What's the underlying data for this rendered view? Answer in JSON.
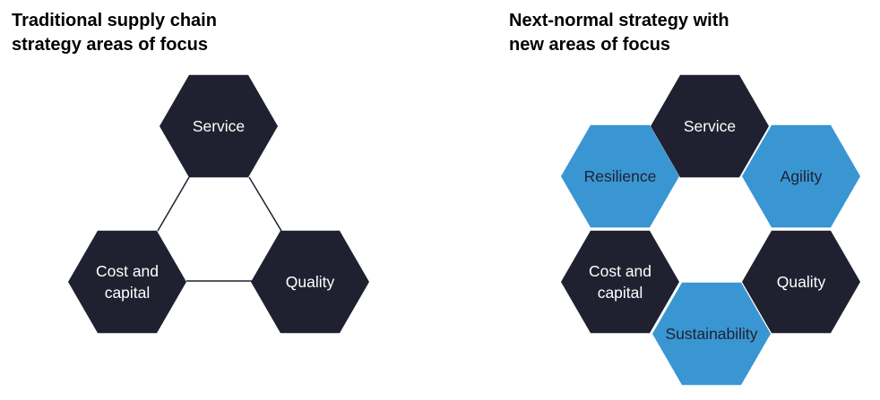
{
  "colors": {
    "dark": "#1f2130",
    "blue": "#3a96d2",
    "text_on_dark": "#ffffff",
    "text_on_blue": "#1f2130",
    "connector": "#1f2130"
  },
  "left_panel": {
    "title": "Traditional supply chain\nstrategy areas of focus",
    "hexagons": [
      {
        "id": "service",
        "lines": [
          "Service"
        ],
        "style": "dark"
      },
      {
        "id": "cost-and-capital",
        "lines": [
          "Cost and",
          "capital"
        ],
        "style": "dark"
      },
      {
        "id": "quality",
        "lines": [
          "Quality"
        ],
        "style": "dark"
      }
    ]
  },
  "right_panel": {
    "title": "Next-normal strategy with\nnew areas of focus",
    "hexagons": [
      {
        "id": "service",
        "lines": [
          "Service"
        ],
        "style": "dark"
      },
      {
        "id": "resilience",
        "lines": [
          "Resilience"
        ],
        "style": "blue"
      },
      {
        "id": "agility",
        "lines": [
          "Agility"
        ],
        "style": "blue"
      },
      {
        "id": "cost-and-capital",
        "lines": [
          "Cost and",
          "capital"
        ],
        "style": "dark"
      },
      {
        "id": "quality",
        "lines": [
          "Quality"
        ],
        "style": "dark"
      },
      {
        "id": "sustainability",
        "lines": [
          "Sustainability"
        ],
        "style": "blue"
      }
    ]
  }
}
